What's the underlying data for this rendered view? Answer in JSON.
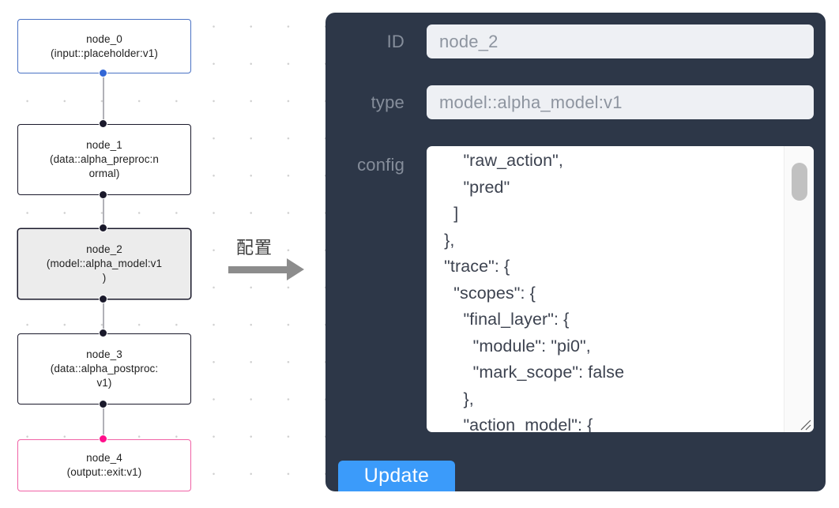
{
  "graph": {
    "nodes": [
      {
        "id": "node_0",
        "label": "node_0\n(input::placeholder:v1)",
        "kind": "input",
        "selected": false
      },
      {
        "id": "node_1",
        "label": "node_1\n(data::alpha_preproc:n\normal)",
        "kind": "default",
        "selected": false
      },
      {
        "id": "node_2",
        "label": "node_2\n(model::alpha_model:v1\n)",
        "kind": "default",
        "selected": true
      },
      {
        "id": "node_3",
        "label": "node_3\n(data::alpha_postproc:\nv1)",
        "kind": "default",
        "selected": false
      },
      {
        "id": "node_4",
        "label": "node_4\n(output::exit:v1)",
        "kind": "output",
        "selected": false
      }
    ],
    "colors": {
      "input_border": "#4a72c4",
      "output_border": "#f062a6",
      "default_border": "#1a192b",
      "selected_fill": "#ececec",
      "edge": "#b1b1b7",
      "handle": "#1a192b",
      "handle_input": "#3367d6",
      "handle_output": "#ff0f8b",
      "grid_dot": "#cfcfcf"
    }
  },
  "arrow": {
    "caption": "配置"
  },
  "panel": {
    "background": "#2d3748",
    "fields": {
      "id": {
        "label": "ID",
        "value": "node_2",
        "placeholder": "node id"
      },
      "type": {
        "label": "type",
        "value": "model::alpha_model:v1",
        "placeholder": "node type"
      },
      "config": {
        "label": "config",
        "value": "      \"raw_action\",\n      \"pred\"\n    ]\n  },\n  \"trace\": {\n    \"scopes\": {\n      \"final_layer\": {\n        \"module\": \"pi0\",\n        \"mark_scope\": false\n      },\n      \"action_model\": {",
        "placeholder": "config json"
      }
    },
    "update_button": {
      "label": "Update",
      "color": "#3b9bfa"
    },
    "scrollbar": {
      "thumb_color": "#c1c1c1",
      "track_color": "#fafafa"
    }
  }
}
